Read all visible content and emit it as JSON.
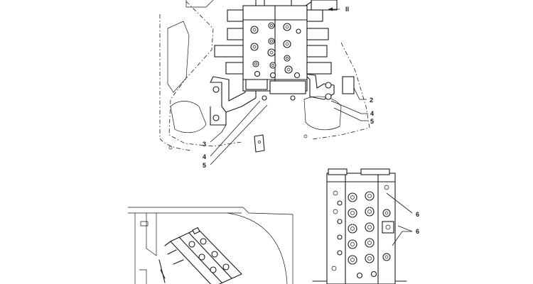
{
  "callouts": {
    "upper_view_arrow": "II",
    "upper_2": "2",
    "upper_4_right": "4",
    "upper_5_right": "5",
    "upper_3": "3",
    "upper_4_left": "4",
    "upper_5_left": "5",
    "lower_6_top": "6",
    "lower_6_mid": "6"
  }
}
